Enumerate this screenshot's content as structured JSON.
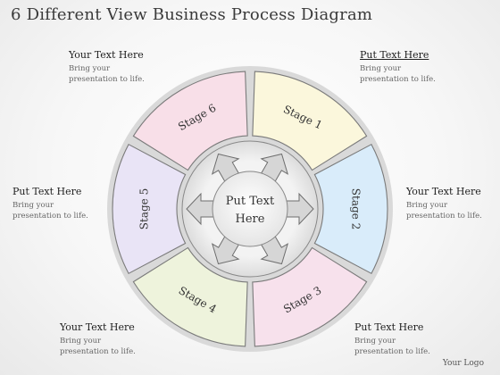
{
  "title": "6 Different View Business Process Diagram",
  "stages": [
    {
      "label": "Stage 1",
      "color": "#fbf7dc"
    },
    {
      "label": "Stage 2",
      "color": "#d9ecfa"
    },
    {
      "label": "Stage 3",
      "color": "#f7e1ec"
    },
    {
      "label": "Stage 4",
      "color": "#eef3dc"
    },
    {
      "label": "Stage 5",
      "color": "#e9e4f6"
    },
    {
      "label": "Stage 6",
      "color": "#f8dfe8"
    }
  ],
  "center": {
    "line1": "Put Text",
    "line2": "Here"
  },
  "callouts": [
    {
      "id": "top-left",
      "heading": "Your Text Here",
      "body1": "Bring your",
      "body2": "presentation to life."
    },
    {
      "id": "top-right",
      "heading": "Put Text Here",
      "body1": "Bring your",
      "body2": "presentation to life."
    },
    {
      "id": "mid-left",
      "heading": "Put Text Here",
      "body1": "Bring your",
      "body2": "presentation to life."
    },
    {
      "id": "mid-right",
      "heading": "Your Text Here",
      "body1": "Bring your",
      "body2": "presentation to life."
    },
    {
      "id": "bottom-left",
      "heading": "Your Text Here",
      "body1": "Bring your",
      "body2": "presentation to life."
    },
    {
      "id": "bottom-right",
      "heading": "Put Text Here",
      "body1": "Bring your",
      "body2": "presentation to life."
    }
  ],
  "logo": "Your Logo"
}
